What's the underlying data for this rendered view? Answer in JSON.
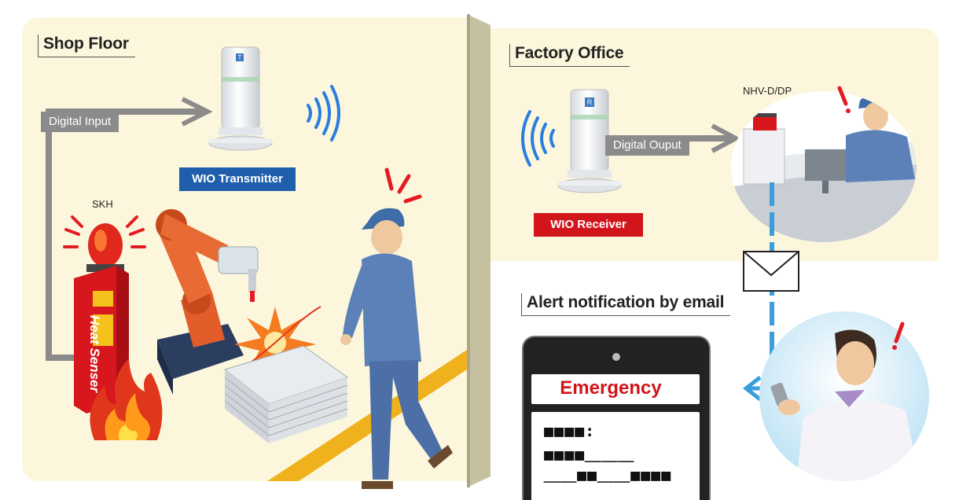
{
  "shop_floor": {
    "title": "Shop Floor",
    "digital_input_label": "Digital Input",
    "transmitter_label": "WIO Transmitter",
    "beacon_label": "SKH",
    "heat_sensor_text": "Heat Senser",
    "colors": {
      "panel": "#fcf7dc",
      "wall": "#c5c1a0",
      "floor_stripe": "#efb21d"
    }
  },
  "factory_office": {
    "title": "Factory Office",
    "receiver_label": "WIO Receiver",
    "digital_output_label": "Digital Ouput",
    "device_label": "NHV-D/DP",
    "colors": {
      "panel": "#fcf7dc"
    }
  },
  "alert": {
    "title": "Alert notification by email",
    "message_title": "Emergency",
    "message_lines": [
      "■■■■:",
      "■■■■＿＿＿",
      "＿＿■■＿＿■■■■"
    ],
    "colors": {
      "email_line": "#3a9ddc",
      "alert_mark": "#e31c23"
    }
  },
  "icons": [
    "radio-waves-icon",
    "envelope-icon",
    "exclamation-icon",
    "arrow-icon"
  ],
  "colors": {
    "blue_label": "#1f5eab",
    "red_label": "#d2141b",
    "grey_tag": "#8b8b8b"
  }
}
